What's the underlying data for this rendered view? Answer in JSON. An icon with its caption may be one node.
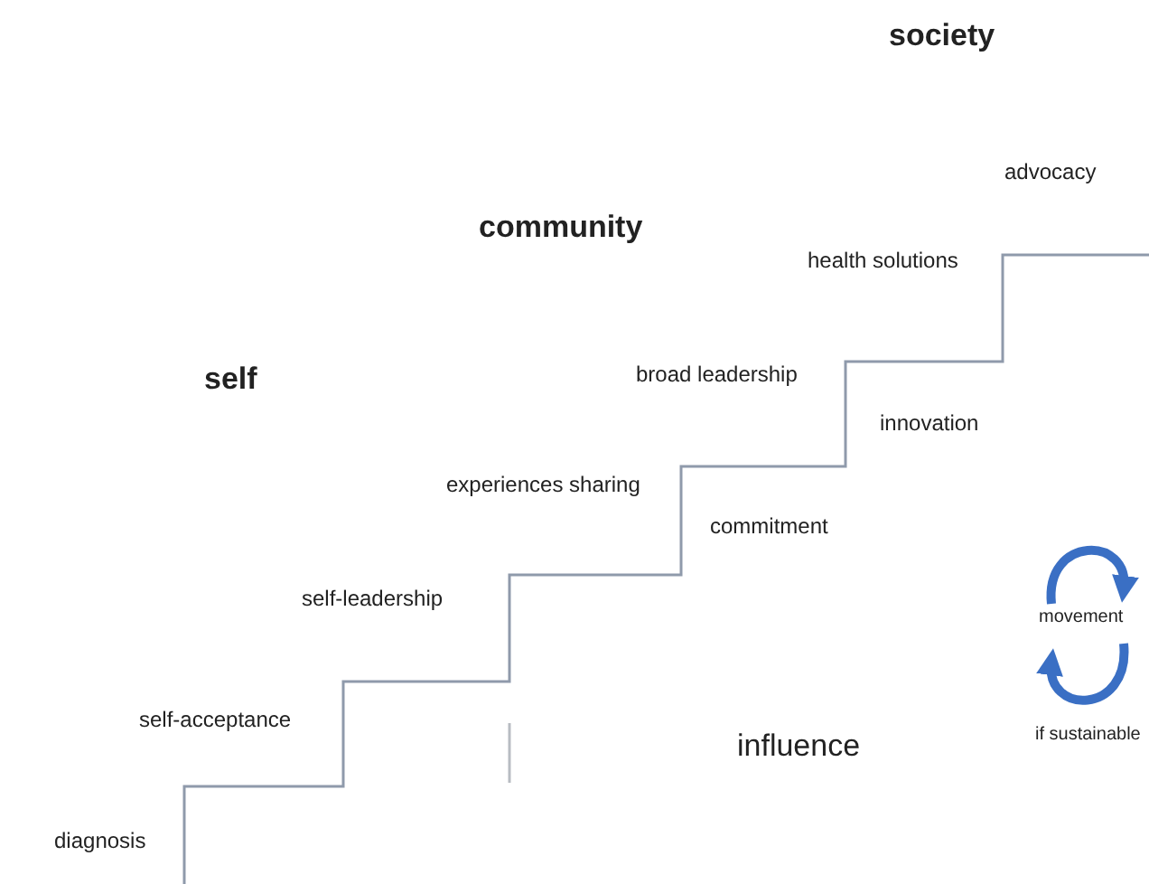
{
  "diagram": {
    "labels": [
      "society",
      "advocacy",
      "community",
      "health solutions",
      "self",
      "broad leadership",
      "innovation",
      "experiences sharing",
      "commitment",
      "self-leadership",
      "movement",
      "self-acceptance",
      "if sustainable",
      "influence",
      "diagnosis"
    ]
  }
}
